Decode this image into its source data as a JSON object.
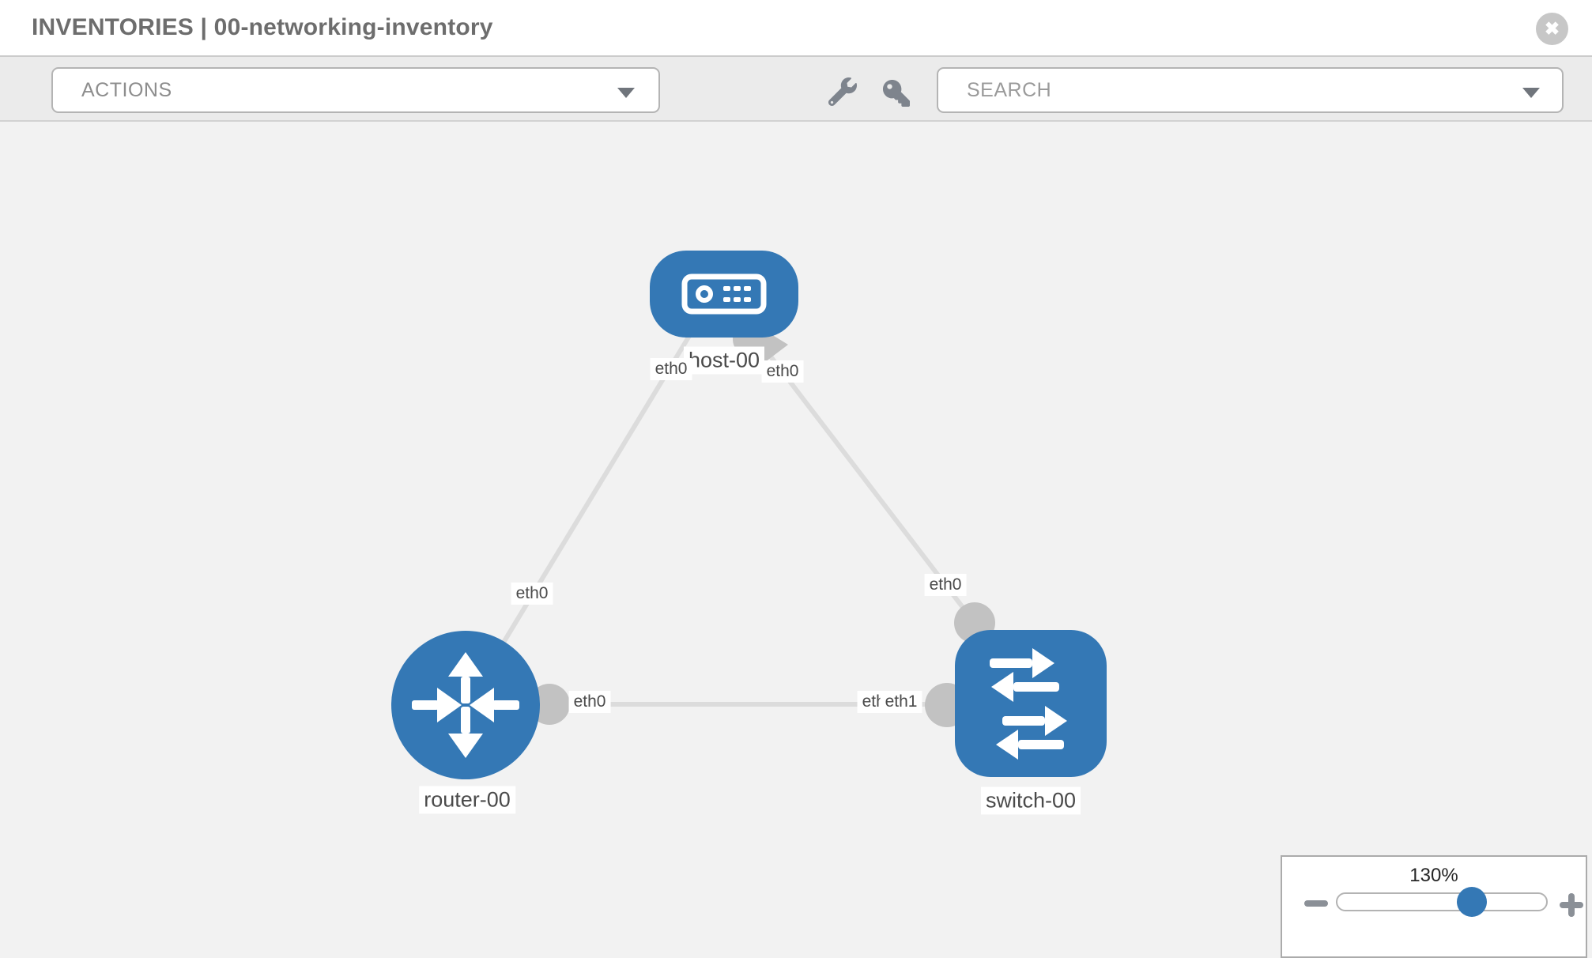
{
  "header": {
    "title": "INVENTORIES | 00-networking-inventory"
  },
  "icons": {
    "close": "✖"
  },
  "toolbar": {
    "actions_label": "ACTIONS",
    "search_placeholder": "SEARCH",
    "tools": [
      {
        "icon": "wrench-icon"
      },
      {
        "icon": "key-icon"
      }
    ]
  },
  "topology": {
    "nodes": [
      {
        "label": "host-00",
        "type": "host"
      },
      {
        "label": "router-00",
        "type": "router"
      },
      {
        "label": "switch-00",
        "type": "switch"
      }
    ],
    "interfaces": {
      "host_left": "eth0",
      "host_right": "eth0",
      "router_uplink": "eth0",
      "switch_uplink": "eth0",
      "router_lan": "eth0",
      "switch_lan_hidden": "eth0",
      "switch_lan": "eth1"
    }
  },
  "zoom": {
    "value": "130%"
  },
  "colors": {
    "node_blue": "#3478b5",
    "link_gray": "#dcdcdc",
    "dot_gray": "#c2c2c2",
    "canvas_bg": "#f2f2f2",
    "toolbar_bg": "#ebebeb",
    "title_gray": "#6d6d6d"
  }
}
